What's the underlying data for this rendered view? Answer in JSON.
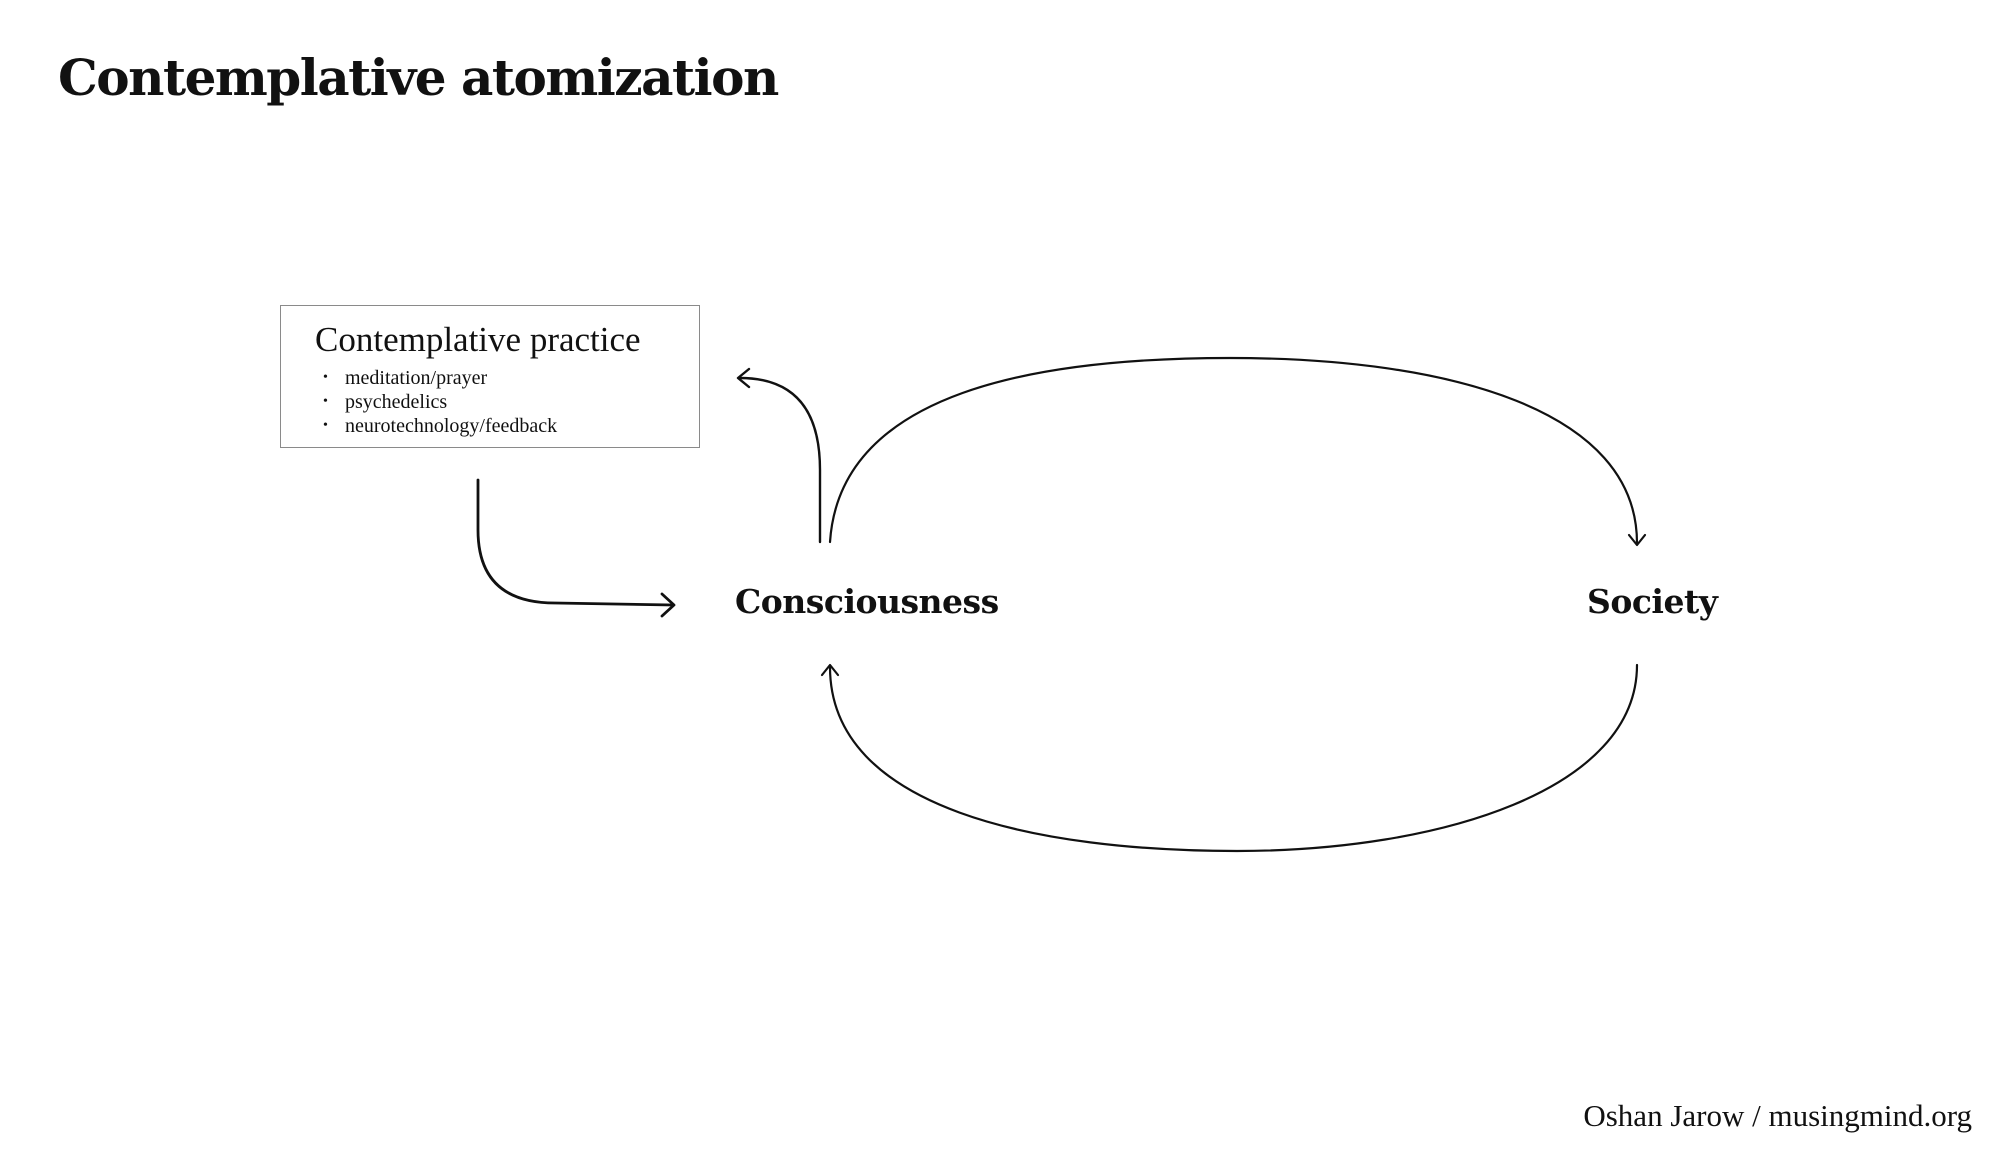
{
  "title": "Contemplative atomization",
  "practice_box": {
    "heading": "Contemplative practice",
    "items": [
      "meditation/prayer",
      "psychedelics",
      "neurotechnology/feedback"
    ]
  },
  "nodes": {
    "consciousness": "Consciousness",
    "society": "Society"
  },
  "credit": "Oshan Jarow / musingmind.org"
}
